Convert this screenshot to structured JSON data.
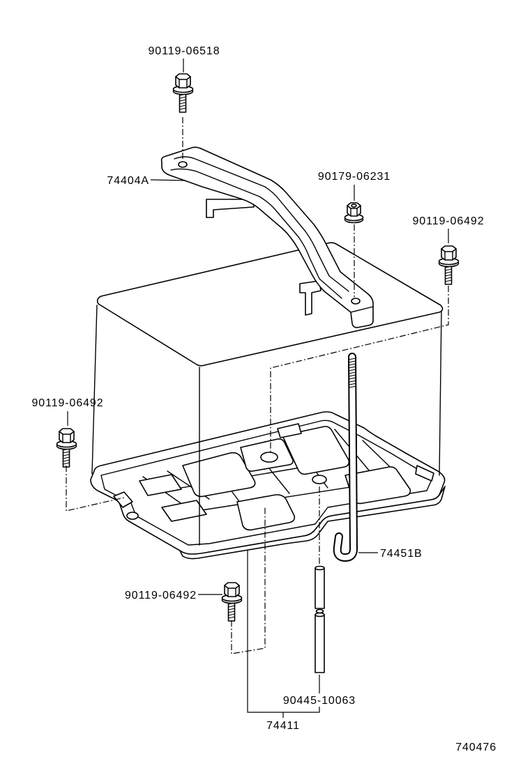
{
  "callouts": {
    "top_bolt": "90119-06518",
    "clamp": "74404A",
    "clamp_nut": "90179-06231",
    "bolt_right": "90119-06492",
    "bolt_left": "90119-06492",
    "rod": "74451B",
    "bolt_bottom": "90119-06492",
    "sleeve": "90445-10063",
    "tray": "74411"
  },
  "diagram_id": "740476",
  "colors": {
    "ink": "#000000",
    "paper": "#ffffff"
  }
}
